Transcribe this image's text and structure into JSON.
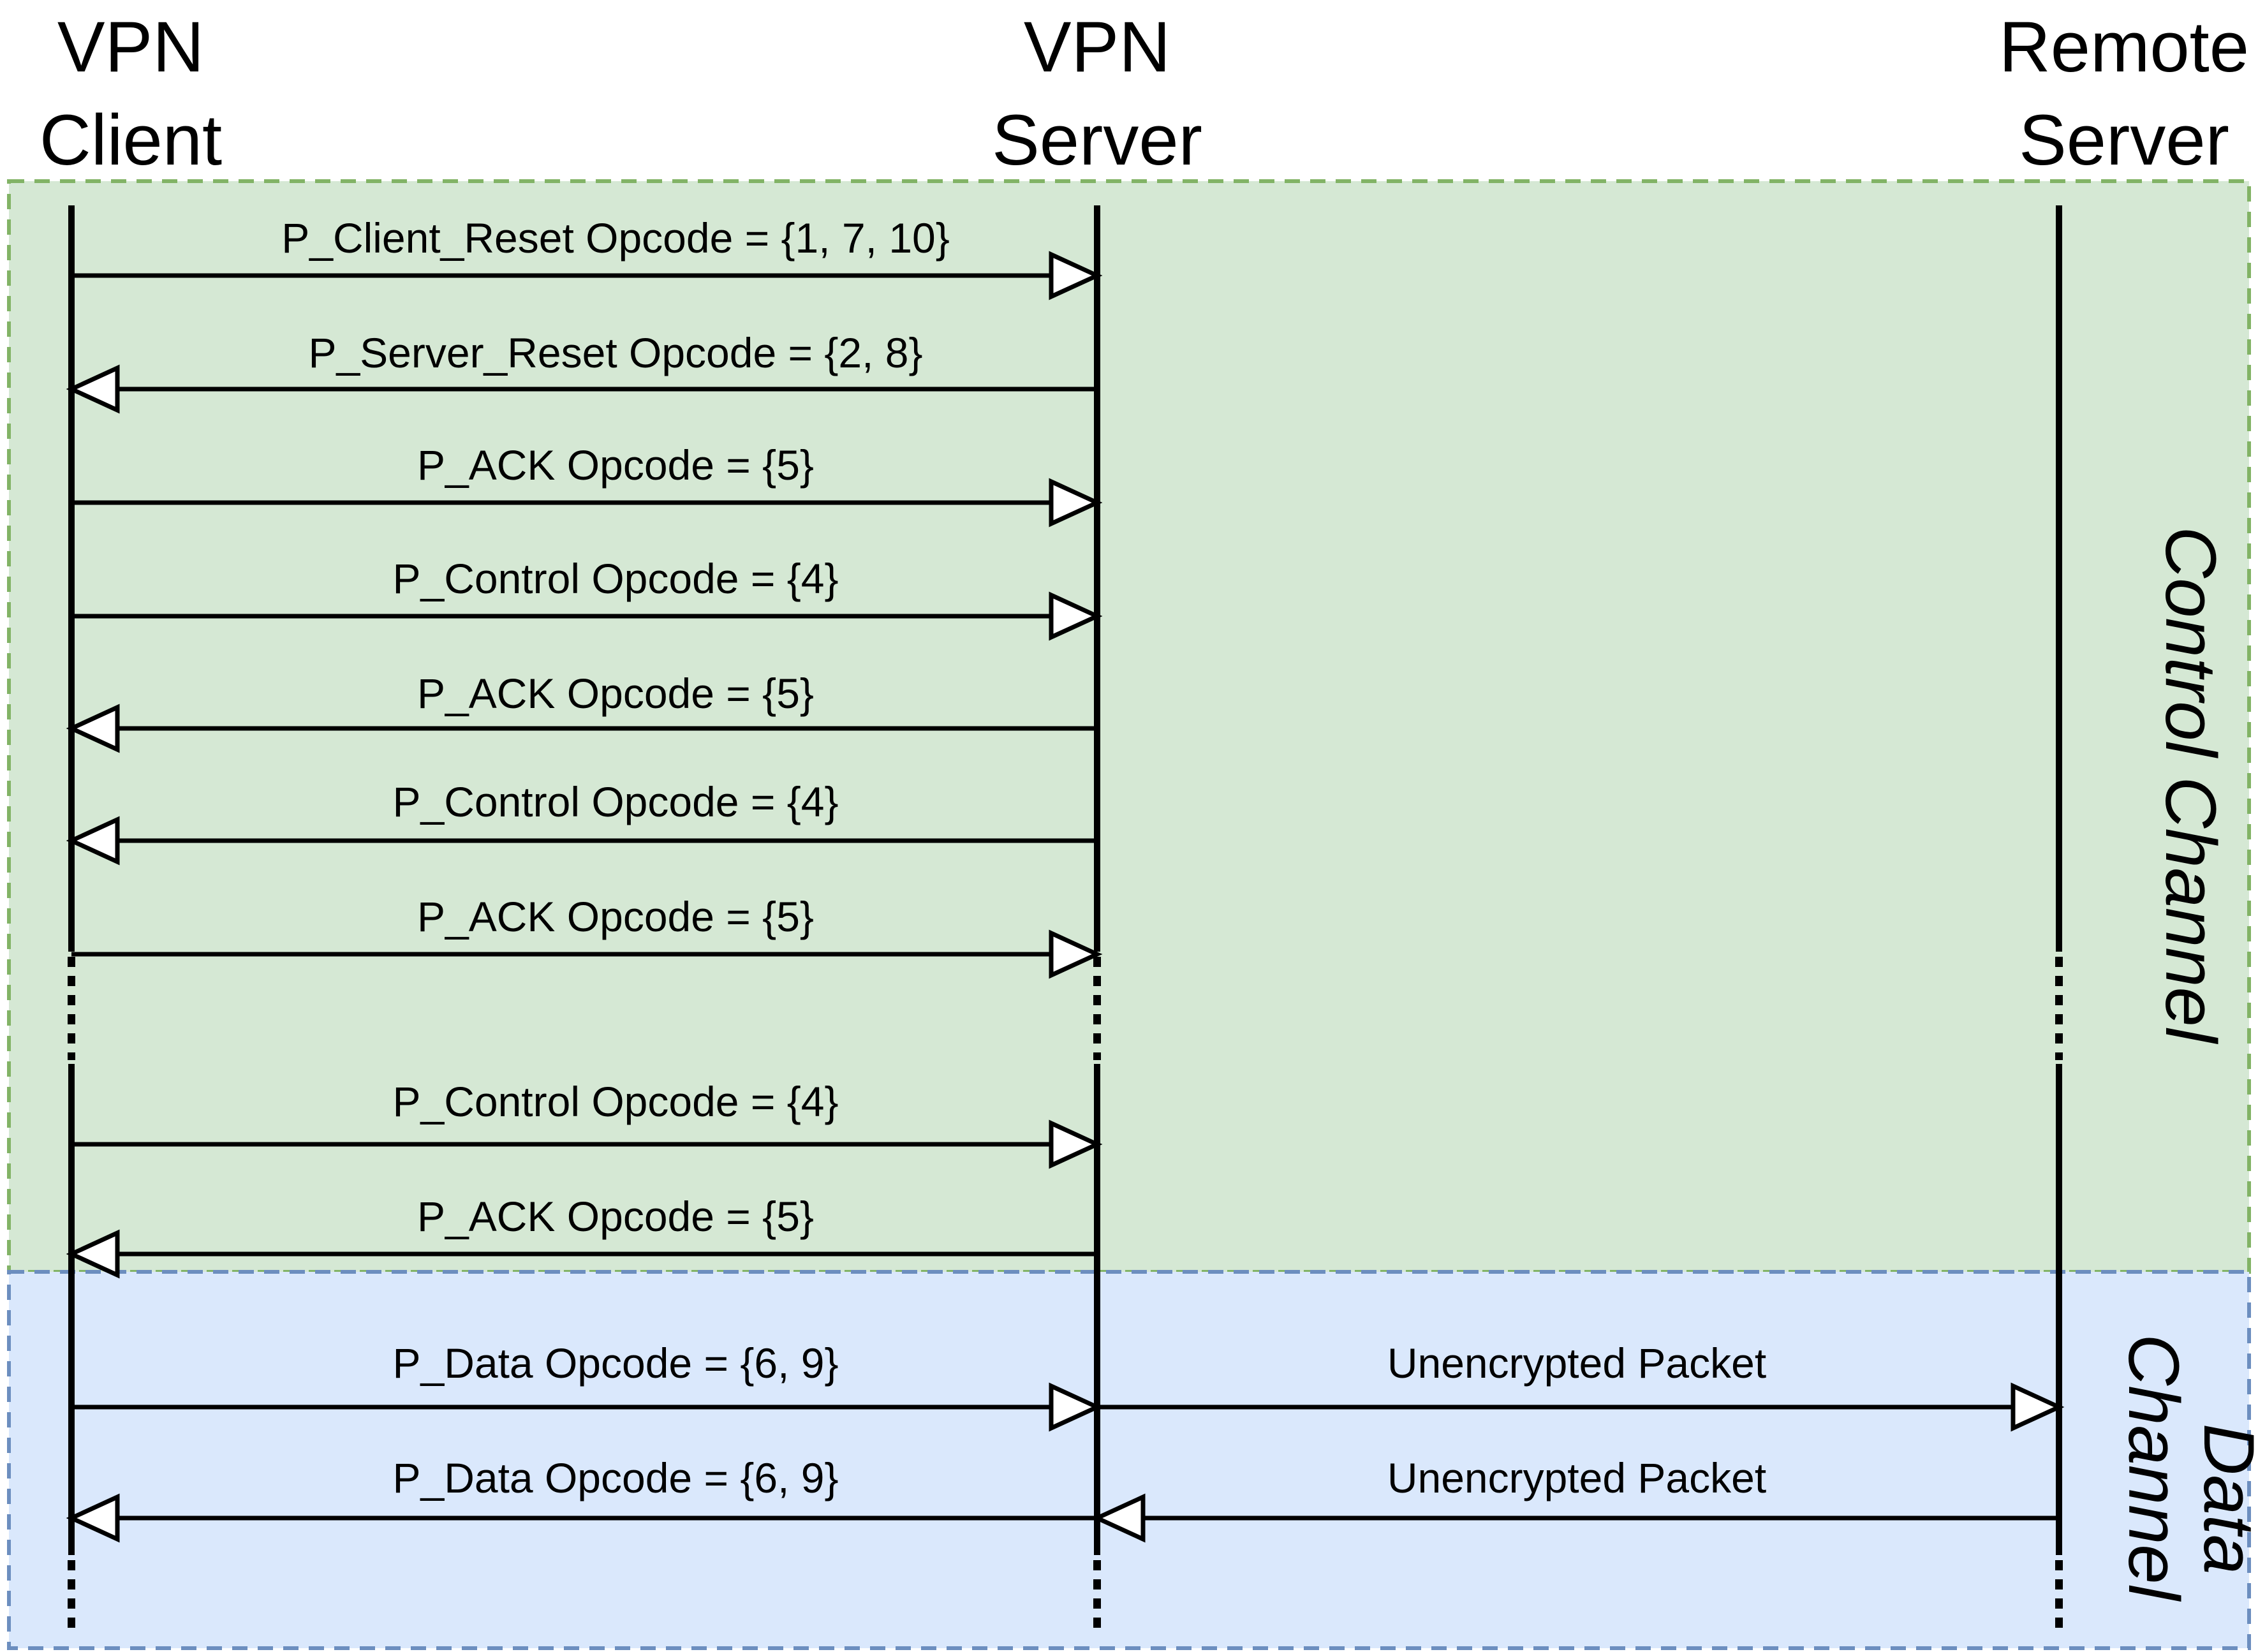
{
  "colors": {
    "control_fill": "#d5e8d4",
    "control_border": "#82b366",
    "data_fill": "#dae8fc",
    "data_border": "#6c8ebf"
  },
  "participants": [
    {
      "id": "client",
      "line1": "VPN",
      "line2": "Client"
    },
    {
      "id": "vpnserver",
      "line1": "VPN",
      "line2": "Server"
    },
    {
      "id": "remote",
      "line1": "Remote",
      "line2": "Server"
    }
  ],
  "channels": {
    "control": {
      "label": "Control Channel"
    },
    "data": {
      "line1": "Data",
      "line2": "Channel"
    }
  },
  "messages": [
    {
      "from": "client",
      "to": "vpnserver",
      "label": "P_Client_Reset Opcode = {1, 7, 10}"
    },
    {
      "from": "vpnserver",
      "to": "client",
      "label": "P_Server_Reset Opcode = {2, 8}"
    },
    {
      "from": "client",
      "to": "vpnserver",
      "label": "P_ACK Opcode = {5}"
    },
    {
      "from": "client",
      "to": "vpnserver",
      "label": "P_Control Opcode = {4}"
    },
    {
      "from": "vpnserver",
      "to": "client",
      "label": "P_ACK Opcode = {5}"
    },
    {
      "from": "vpnserver",
      "to": "client",
      "label": "P_Control Opcode = {4}"
    },
    {
      "from": "client",
      "to": "vpnserver",
      "label": "P_ACK Opcode = {5}"
    },
    {
      "from": "client",
      "to": "vpnserver",
      "label": "P_Control Opcode = {4}"
    },
    {
      "from": "vpnserver",
      "to": "client",
      "label": "P_ACK Opcode = {5}"
    },
    {
      "from": "client",
      "to": "vpnserver",
      "label": "P_Data Opcode = {6, 9}"
    },
    {
      "from": "vpnserver",
      "to": "remote",
      "label": "Unencrypted Packet"
    },
    {
      "from": "vpnserver",
      "to": "client",
      "label": "P_Data Opcode = {6, 9}"
    },
    {
      "from": "remote",
      "to": "vpnserver",
      "label": "Unencrypted Packet"
    }
  ]
}
